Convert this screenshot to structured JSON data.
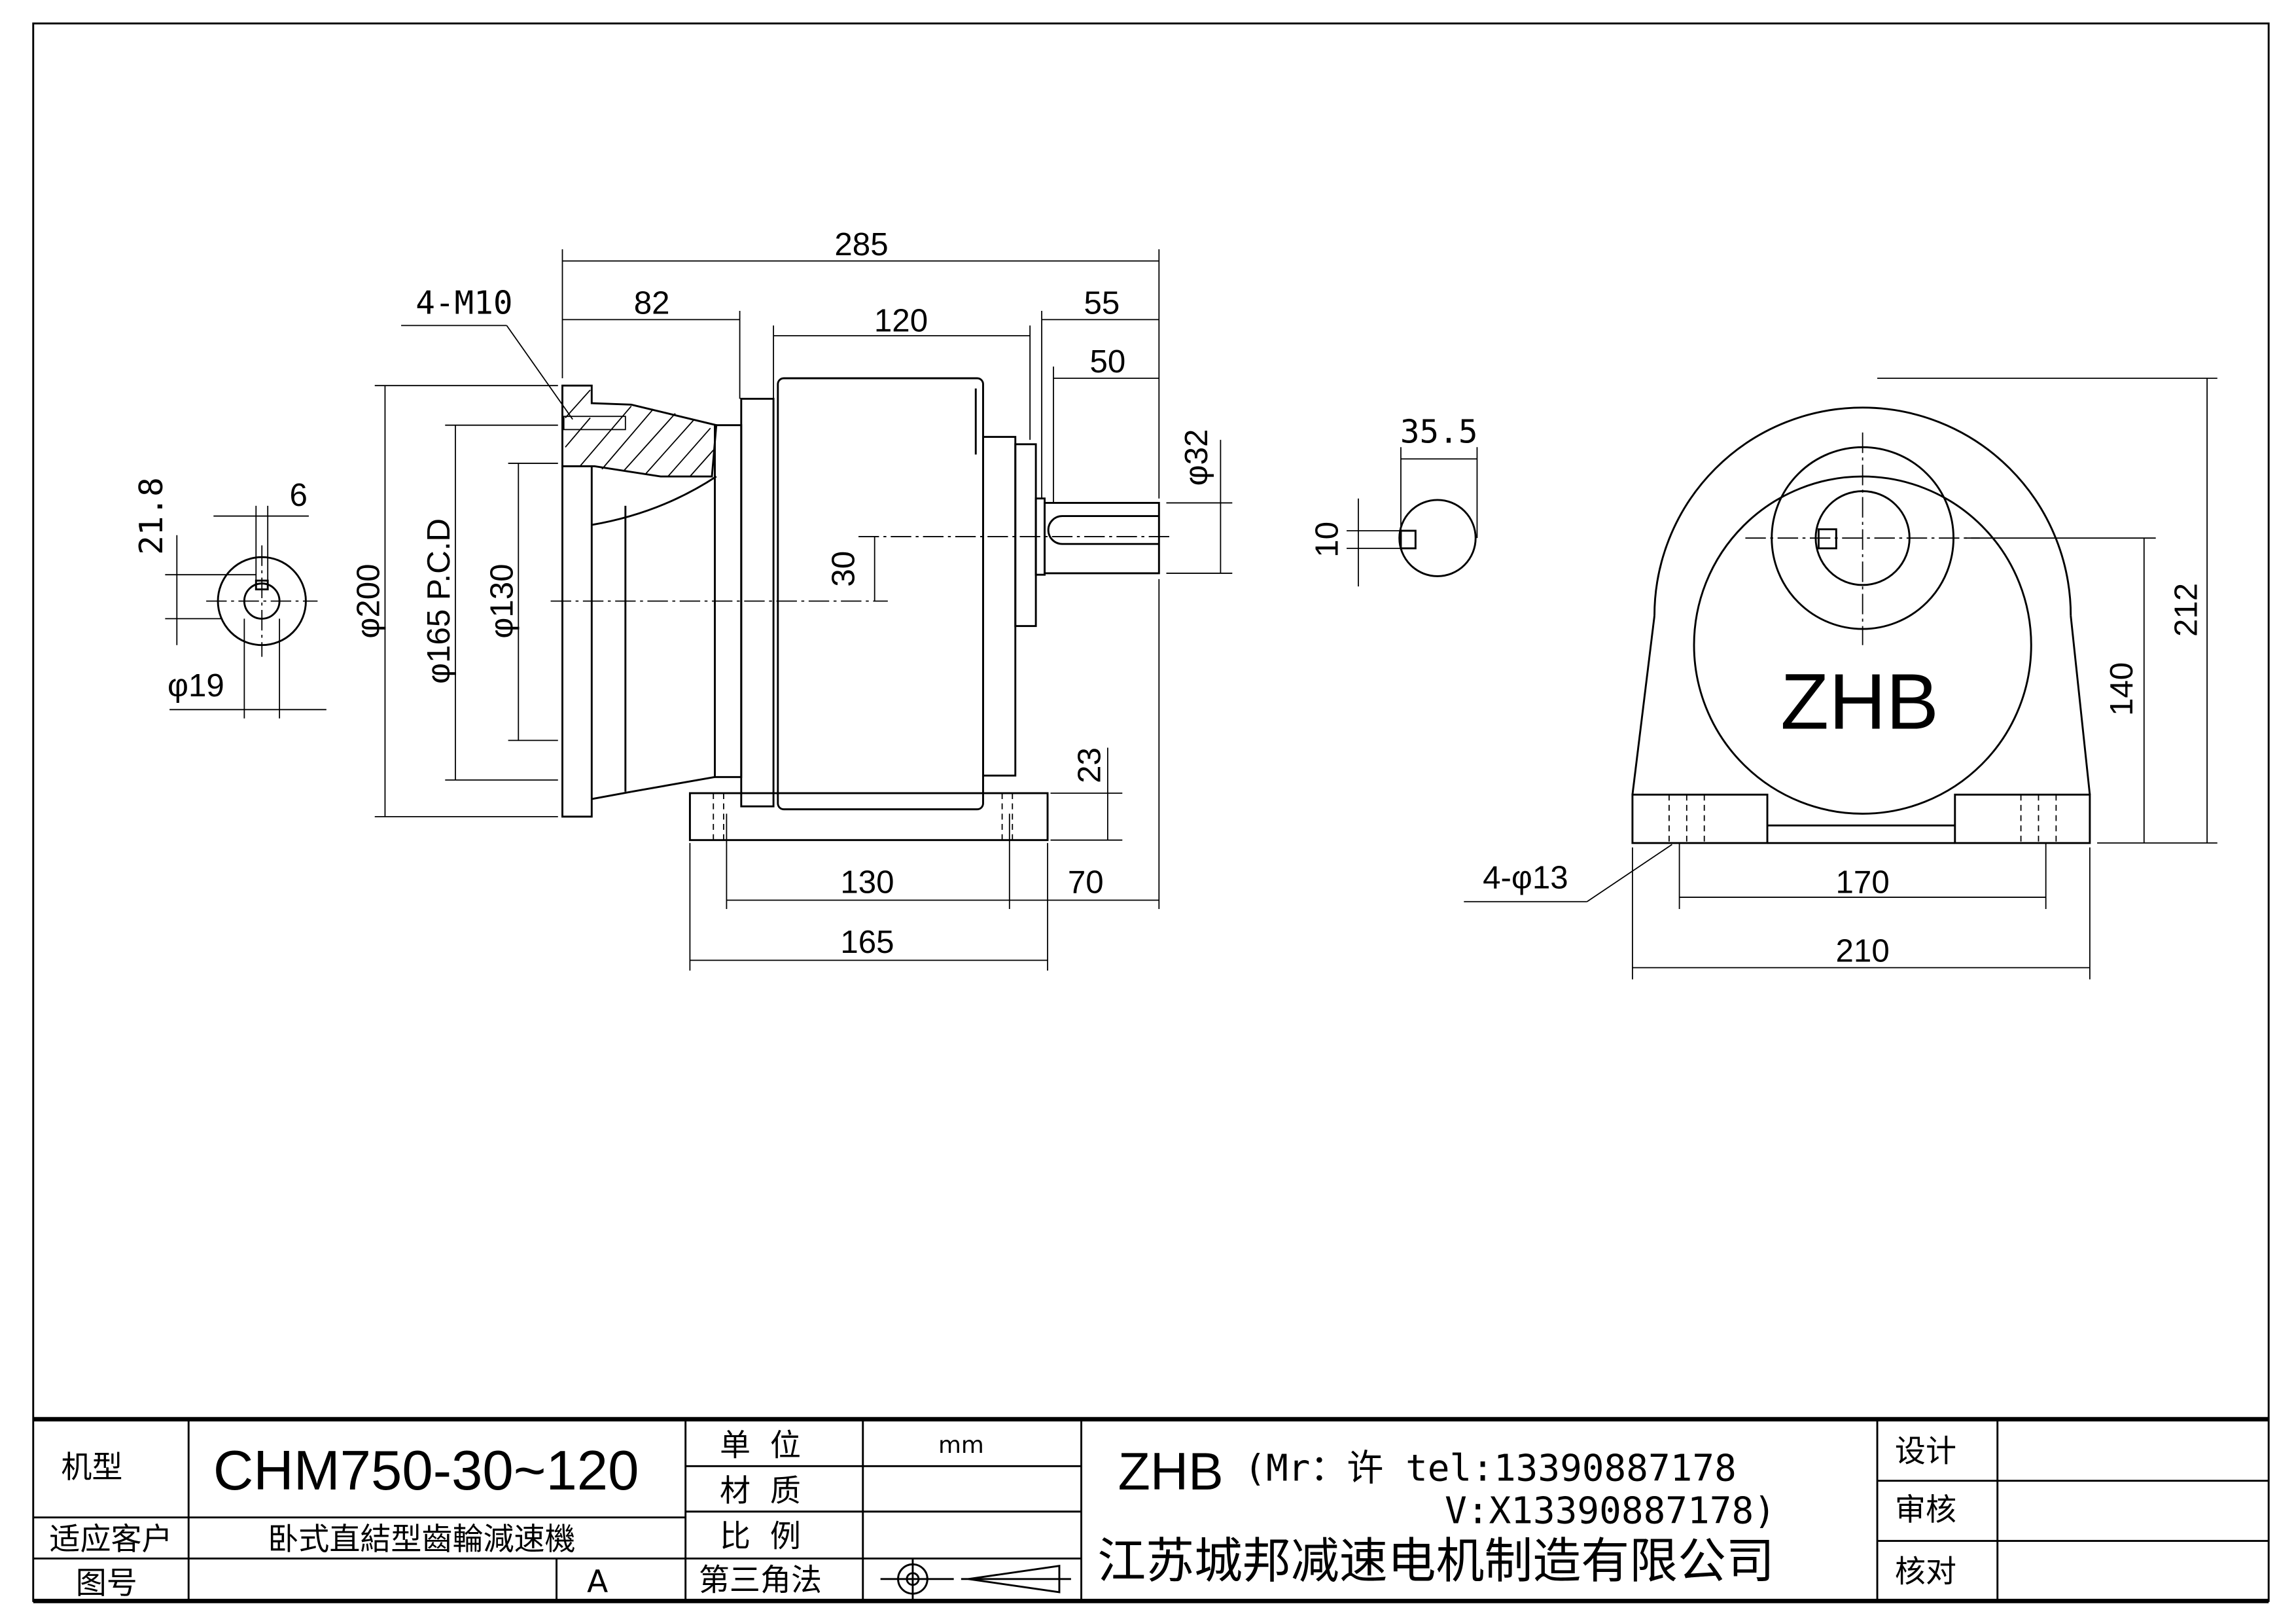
{
  "dimensions": {
    "overall_length": "285",
    "flange_depth": "82",
    "housing_width": "120",
    "shaft_total": "55",
    "shaft_length": "50",
    "tapped_holes": "4-M10",
    "shaft_diameter": "φ32",
    "shaft_offset": "30",
    "flange_diameter": "φ200",
    "pcd": "φ165 P.C.D",
    "spigot_diameter": "φ130",
    "foot_height": "23",
    "foot_pitch": "130",
    "foot_overhang": "70",
    "foot_length": "165",
    "input_key_height": "21.8",
    "input_key_width": "6",
    "input_bore": "φ19",
    "output_key_height": "35.5",
    "output_key_width": "10",
    "total_height": "212",
    "center_height": "140",
    "foot_hole_pitch": "170",
    "foot_width": "210",
    "foot_holes": "4-φ13"
  },
  "end_view_logo": "ZHB",
  "title_block": {
    "model_label": "机型",
    "model_value": "CHM750-30~120",
    "customer_label": "适应客户",
    "customer_value": "卧式直結型齒輪減速機",
    "drawing_no_label": "图号",
    "drawing_no_value": "A",
    "unit_label": "单  位",
    "unit_value": "mm",
    "material_label": "材  质",
    "scale_label": "比  例",
    "projection_label": "第三角法",
    "brand": "ZHB",
    "contact_line1": "(Mr：许 tel:13390887178",
    "contact_line2": "V:X13390887178)",
    "company": "江苏城邦减速电机制造有限公司",
    "design_label": "设计",
    "review_label": "审核",
    "check_label": "核对"
  }
}
